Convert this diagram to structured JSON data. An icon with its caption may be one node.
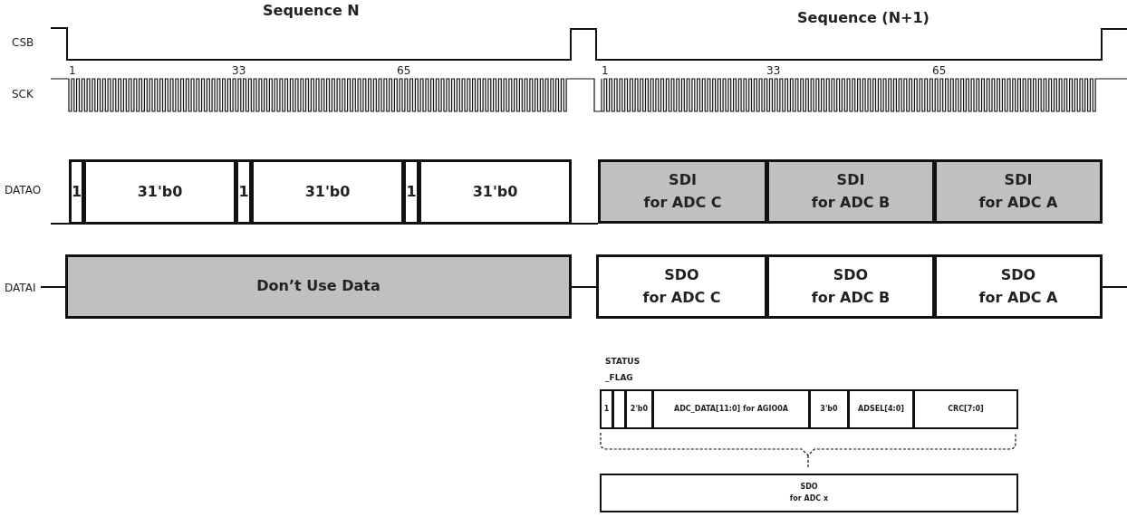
{
  "diagram": {
    "nodes": [
      {
        "text": [
          "1"
        ]
      },
      {
        "text": [
          "31'b0"
        ]
      },
      {
        "text": [
          "1"
        ]
      },
      {
        "text": [
          "31'b0"
        ]
      },
      {
        "text": [
          "1"
        ]
      },
      {
        "text": [
          "31'b0"
        ]
      },
      {
        "text": [
          "SDI",
          "for ADC C"
        ]
      },
      {
        "text": [
          "SDI",
          "for ADC B"
        ]
      },
      {
        "text": [
          "SDI",
          "for ADC A"
        ]
      },
      {
        "text": [
          "Don’t Use Data"
        ]
      },
      {
        "text": [
          "SDO",
          "for ADC C"
        ]
      },
      {
        "text": [
          "SDO",
          "for ADC B"
        ]
      },
      {
        "text": [
          "SDO",
          "for ADC A"
        ]
      },
      {
        "text": [
          "1"
        ]
      },
      {
        "text": [],
        "shape": "box"
      },
      {
        "text": [
          "2'b0"
        ]
      },
      {
        "text": [
          "ADC_DATA[11:0] for AGIO0A"
        ]
      },
      {
        "text": [
          "3'b0"
        ]
      },
      {
        "text": [
          "ADSEL[4:0]"
        ]
      },
      {
        "text": [
          "CRC[7:0]"
        ]
      },
      {
        "text": [
          "SDO",
          "for ADC x"
        ]
      }
    ],
    "labels": [
      "Sequence N",
      "Sequence (N+1)",
      "CSB",
      "1",
      "33",
      "65",
      "1",
      "33",
      "65",
      "SCK",
      "DATAO",
      "DATAI",
      "STATUS _FLAG"
    ]
  }
}
